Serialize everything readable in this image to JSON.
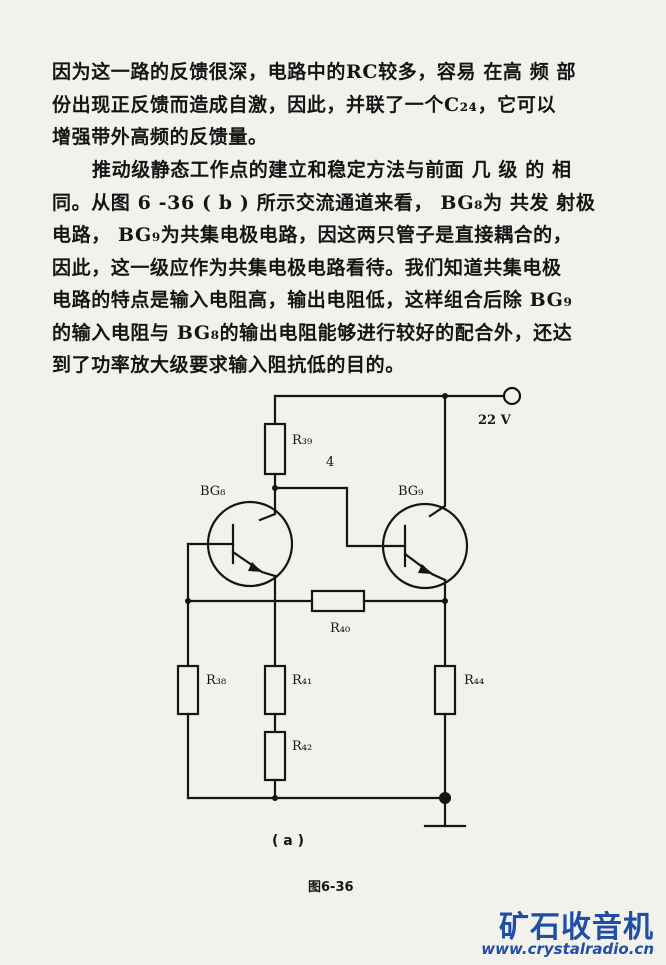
{
  "paragraph1": [
    "因为这一路的反馈很深，电路中的RC较多，容易 在高 频 部",
    "份出现正反馈而造成自激，因此，并联了一个C₂₄，它可以",
    "增强带外高频的反馈量。"
  ],
  "paragraph2": [
    "推动级静态工作点的建立和稳定方法与前面 几 级 的 相",
    "同。从图 6 -36 ( b ) 所示交流通道来看，  BG₈为 共发 射极",
    "电路， BG₉为共集电极电路，因这两只管子是直接耦合的，",
    "因此，这一级应作为共集电极电路看待。我们知道共集电极",
    "电路的特点是输入电阻高，输出电阻低，这样组合后除 BG₉",
    "的输入电阻与 BG₈的输出电阻能够进行较好的配合外，还达",
    "到了功率放大级要求输入阻抗低的目的。"
  ],
  "circuit": {
    "supply": "22 V",
    "labels": {
      "r39": "R₃₉",
      "r38": "R₃₈",
      "r40": "R₄₀",
      "r41": "R₄₁",
      "r42": "R₄₂",
      "r44": "R₄₄",
      "bg8": "BG₈",
      "bg9": "BG₉",
      "stray": "4"
    }
  },
  "caption_part": "( a )",
  "caption_figure": "图6-36",
  "watermark": {
    "site_name": "矿石收音机",
    "url": "www.crystalradio.cn"
  }
}
